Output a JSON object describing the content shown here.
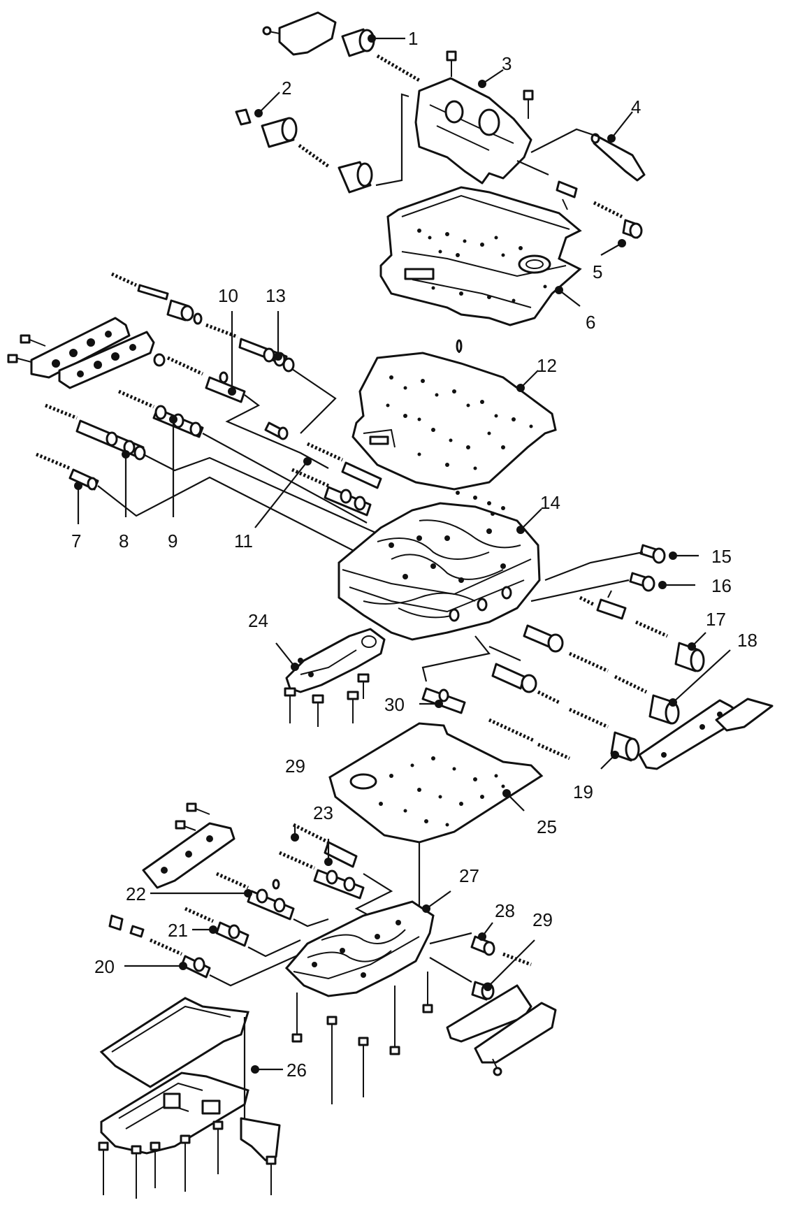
{
  "diagram": {
    "type": "exploded-parts-view",
    "callouts": [
      "1",
      "2",
      "3",
      "4",
      "5",
      "6",
      "7",
      "8",
      "9",
      "10",
      "11",
      "12",
      "13",
      "14",
      "15",
      "16",
      "17",
      "18",
      "19",
      "20",
      "21",
      "22",
      "23",
      "24",
      "25",
      "26",
      "27",
      "28",
      "29",
      "29",
      "30"
    ]
  }
}
